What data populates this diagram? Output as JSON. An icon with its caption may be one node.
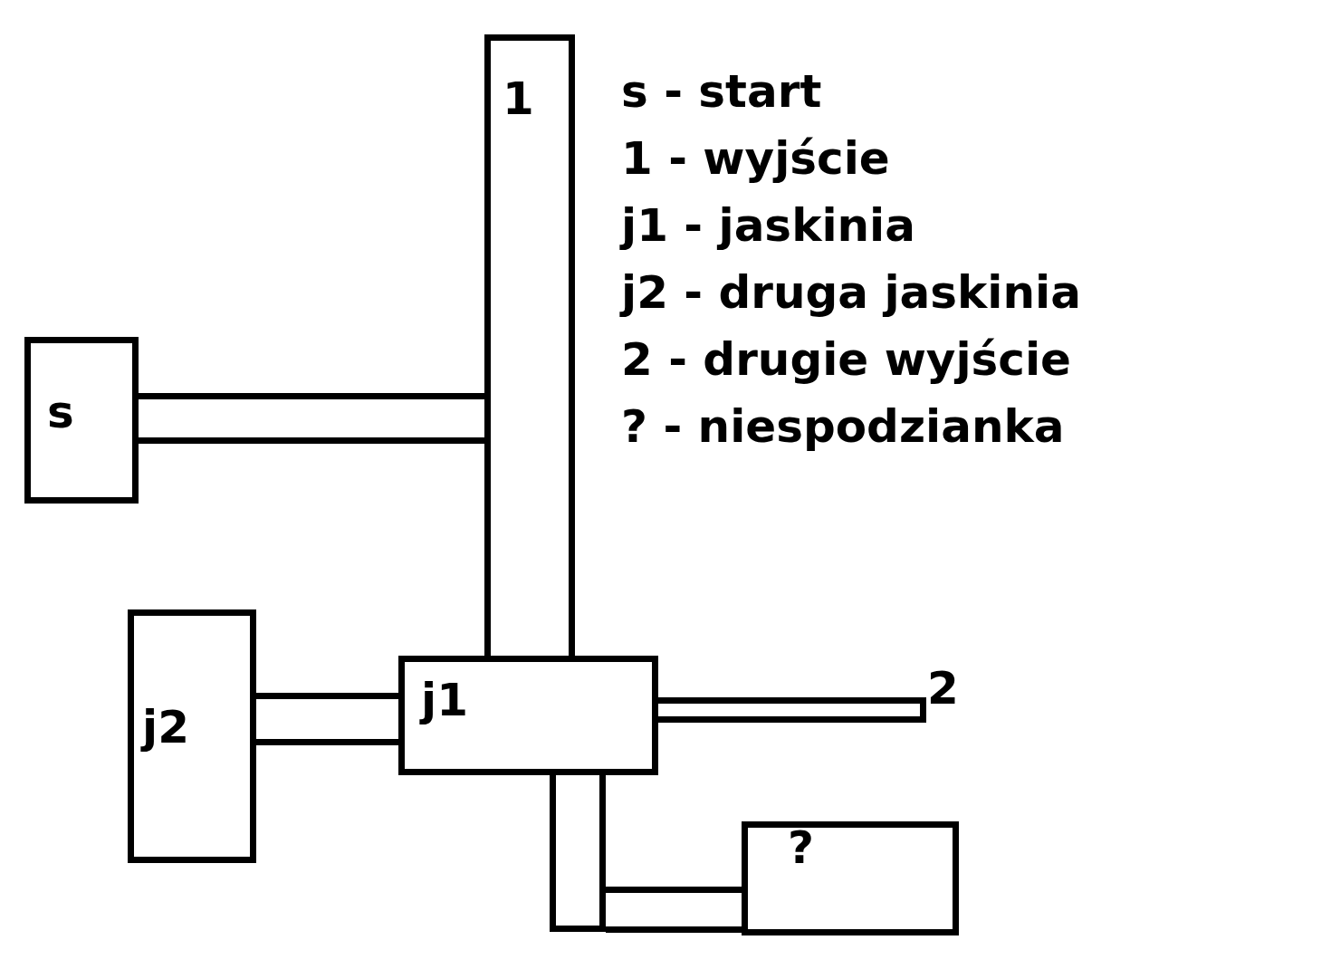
{
  "diagram": {
    "nodes": [
      {
        "text": [
          "1"
        ]
      },
      {
        "text": [
          "s"
        ]
      },
      {
        "text": [],
        "shape": "bar"
      },
      {
        "text": [
          "j2"
        ]
      },
      {
        "text": [
          "j1"
        ]
      },
      {
        "text": [],
        "shape": "bar"
      },
      {
        "text": [],
        "shape": "bar",
        "beside": [
          "2"
        ]
      },
      {
        "text": [],
        "shape": "bar"
      },
      {
        "text": [
          "?"
        ]
      },
      {
        "text": [],
        "shape": "bar"
      }
    ],
    "labels": [
      "s - start",
      "1 - wyjście",
      "j1 - jaskinia",
      "j2 - druga jaskinia",
      "2 - drugie wyjście",
      "? - niespodzianka"
    ]
  }
}
